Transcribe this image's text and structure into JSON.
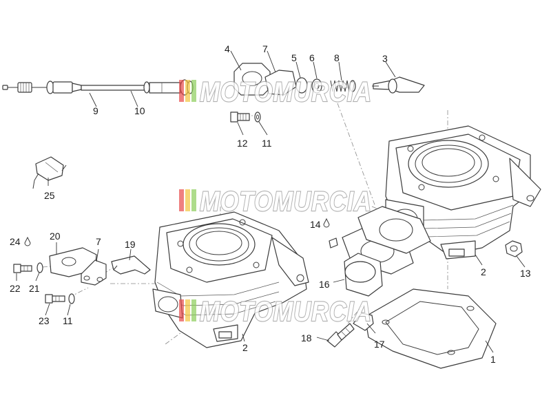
{
  "callouts": [
    {
      "id": "1",
      "text": "1"
    },
    {
      "id": "2a",
      "text": "2"
    },
    {
      "id": "2b",
      "text": "2"
    },
    {
      "id": "3",
      "text": "3"
    },
    {
      "id": "4",
      "text": "4"
    },
    {
      "id": "5",
      "text": "5"
    },
    {
      "id": "6",
      "text": "6"
    },
    {
      "id": "7a",
      "text": "7"
    },
    {
      "id": "7b",
      "text": "7"
    },
    {
      "id": "8",
      "text": "8"
    },
    {
      "id": "9",
      "text": "9"
    },
    {
      "id": "10",
      "text": "10"
    },
    {
      "id": "11a",
      "text": "11"
    },
    {
      "id": "11b",
      "text": "11"
    },
    {
      "id": "12",
      "text": "12"
    },
    {
      "id": "13",
      "text": "13"
    },
    {
      "id": "14",
      "text": "14"
    },
    {
      "id": "16",
      "text": "16"
    },
    {
      "id": "17",
      "text": "17"
    },
    {
      "id": "18",
      "text": "18"
    },
    {
      "id": "19",
      "text": "19"
    },
    {
      "id": "20",
      "text": "20"
    },
    {
      "id": "21",
      "text": "21"
    },
    {
      "id": "22",
      "text": "22"
    },
    {
      "id": "23",
      "text": "23"
    },
    {
      "id": "24",
      "text": "24"
    },
    {
      "id": "25",
      "text": "25"
    }
  ],
  "watermark": {
    "text": "MOTOMURCIA",
    "stripe_colors": [
      "#e84a4a",
      "#f2c53d",
      "#8ccd5a"
    ]
  }
}
